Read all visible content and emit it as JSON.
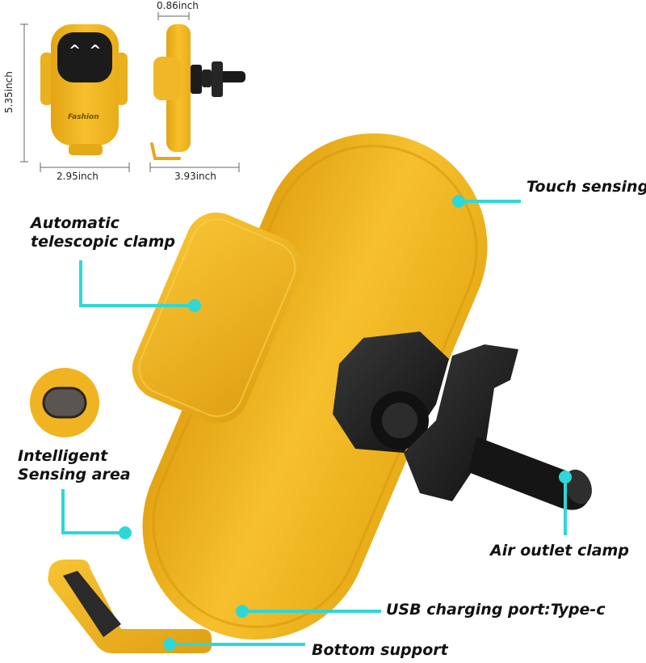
{
  "dimensions": {
    "depth": "0.86inch",
    "height": "5.35inch",
    "width": "2.95inch",
    "length": "3.93inch"
  },
  "front_view": {
    "brand_text": "Fashion",
    "face_glyph": "^ ^"
  },
  "labels": {
    "touch_sensing": "Touch sensing",
    "clamp_line1": "Automatic",
    "clamp_line2": "telescopic clamp",
    "sensing_line1": "Intelligent",
    "sensing_line2": "Sensing area",
    "air_outlet": "Air outlet clamp",
    "usb_port": "USB charging port:Type-c",
    "bottom_support": "Bottom support"
  },
  "colors": {
    "product_yellow": "#f2b51f",
    "accent_cyan": "#2ed8d8",
    "clamp_black": "#1d1d1d"
  }
}
